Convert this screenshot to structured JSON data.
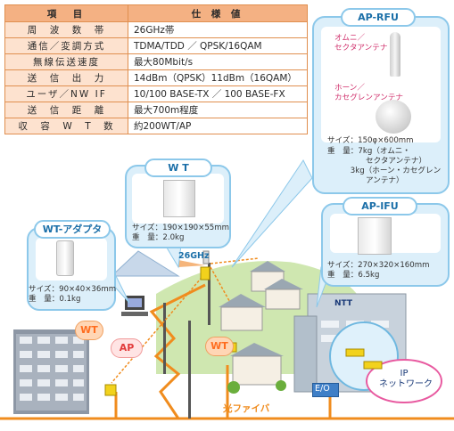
{
  "spec_table": {
    "header": {
      "item": "項　目",
      "value": "仕 様 値"
    },
    "rows": [
      {
        "item": "周　波　数　帯",
        "value": "26GHz帯"
      },
      {
        "item": "通信／変調方式",
        "value": "TDMA/TDD ／ QPSK/16QAM"
      },
      {
        "item": "無線伝送速度",
        "value": "最大80Mbit/s"
      },
      {
        "item": "送　信　出　力",
        "value": "14dBm（QPSK）11dBm（16QAM）"
      },
      {
        "item": "ユーザ／NW IF",
        "value": "10/100 BASE-TX ／ 100 BASE-FX"
      },
      {
        "item": "送　信　距　離",
        "value": "最大700m程度"
      },
      {
        "item": "収　容　W　T　数",
        "value": "約200WT/AP"
      }
    ]
  },
  "ap_rfu": {
    "title": "AP-RFU",
    "omni_label": "オムニ／\nセクタアンテナ",
    "horn_label": "ホーン／\nカセグレンアンテナ",
    "size": "サイズ：150φ×600mm",
    "weight": "重　量：7kg（オムニ・\n　　　　　セクタアンテナ）\n　　　3kg（ホーン・カセグレン\n　　　　　アンテナ）"
  },
  "wt": {
    "title": "W T",
    "size": "サイズ：190×190×55mm",
    "weight": "重　量：2.0kg"
  },
  "ap_ifu": {
    "title": "AP-IFU",
    "size": "サイズ：270×320×160mm",
    "weight": "重　量：6.5kg"
  },
  "wt_adapter": {
    "title": "WT-アダプタ",
    "size": "サイズ：90×40×36mm",
    "weight": "重　量：0.1kg"
  },
  "scene": {
    "freq_label": "26GHz",
    "wt_bubble_1": "WT",
    "ap_bubble": "AP",
    "wt_bubble_2": "WT",
    "ntt_label": "NTT",
    "eo_label": "E/O",
    "ip_network": "IP\nネットワーク",
    "fiber_label": "光ファイバ"
  },
  "colors": {
    "fiber": "#f08c1e",
    "panel_bg": "#dceffa",
    "panel_border": "#8cc8ea",
    "table_header": "#f4b183",
    "table_key": "#fde2cf"
  }
}
